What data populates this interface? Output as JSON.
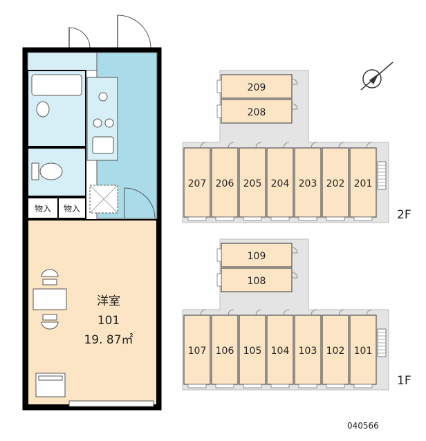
{
  "floor_plan": {
    "room_type": "洋室",
    "room_number": "101",
    "room_area": "19. 87㎡",
    "storage_left": "物入",
    "storage_right": "物入"
  },
  "site_map": {
    "floor2": {
      "label": "2F",
      "top_units": [
        "209",
        "208"
      ],
      "row_units": [
        "207",
        "206",
        "205",
        "204",
        "203",
        "202",
        "201"
      ]
    },
    "floor1": {
      "label": "1F",
      "top_units": [
        "109",
        "108"
      ],
      "row_units": [
        "107",
        "106",
        "105",
        "104",
        "103",
        "102",
        "101"
      ]
    }
  },
  "code": "040566",
  "colors": {
    "room_fill": "#fbe5c4",
    "wet_area": "#a9dbe8",
    "wet_area_light": "#d6eef5",
    "corridor": "#e4e4e4",
    "wall": "#000000",
    "outline": "#555555"
  }
}
